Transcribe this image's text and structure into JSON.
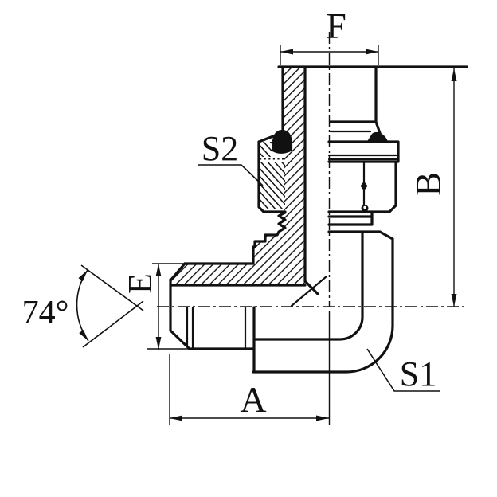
{
  "drawing": {
    "type": "technical-drawing",
    "subject": "90-degree elbow hydraulic fitting, half-section view",
    "background": "#ffffff",
    "ink": "#111111",
    "labels": {
      "dim_top_width": "F",
      "dim_height": "B",
      "dim_length": "A",
      "dim_port_diameter": "E",
      "hex_body": "S1",
      "hex_locknut": "S2",
      "flare_angle": "74°"
    }
  }
}
